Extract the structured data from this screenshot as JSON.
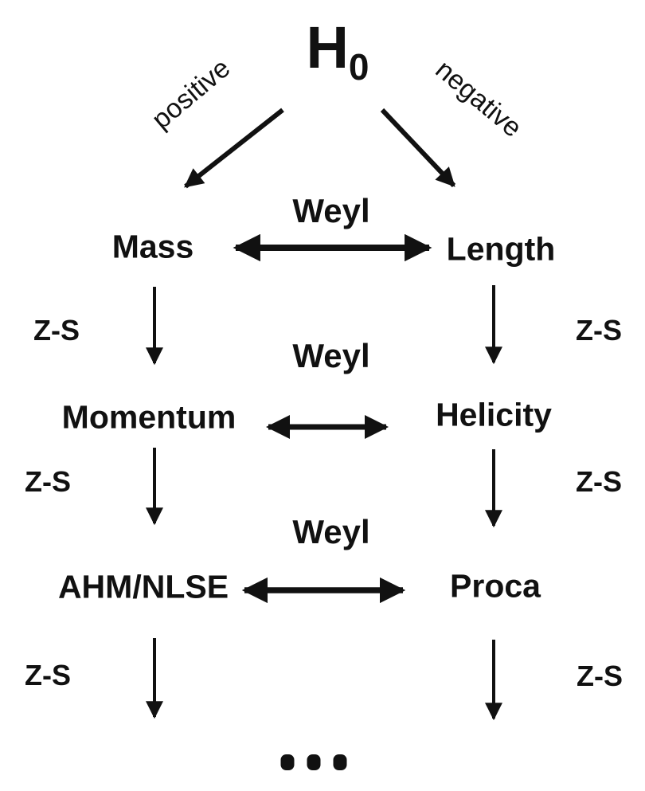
{
  "palette": {
    "ink": "#111111",
    "background": "#ffffff"
  },
  "root": {
    "symbol": "H",
    "subscript": "0"
  },
  "branch_labels": {
    "left": "positive",
    "right": "negative"
  },
  "edge_labels": {
    "horizontal": "Weyl",
    "vertical": "Z-S"
  },
  "rows": [
    {
      "left": "Mass",
      "right": "Length"
    },
    {
      "left": "Momentum",
      "right": "Helicity"
    },
    {
      "left": "AHM/NLSE",
      "right": "Proca"
    }
  ],
  "continuation": {
    "symbol": "•••",
    "dot_count": 3
  }
}
